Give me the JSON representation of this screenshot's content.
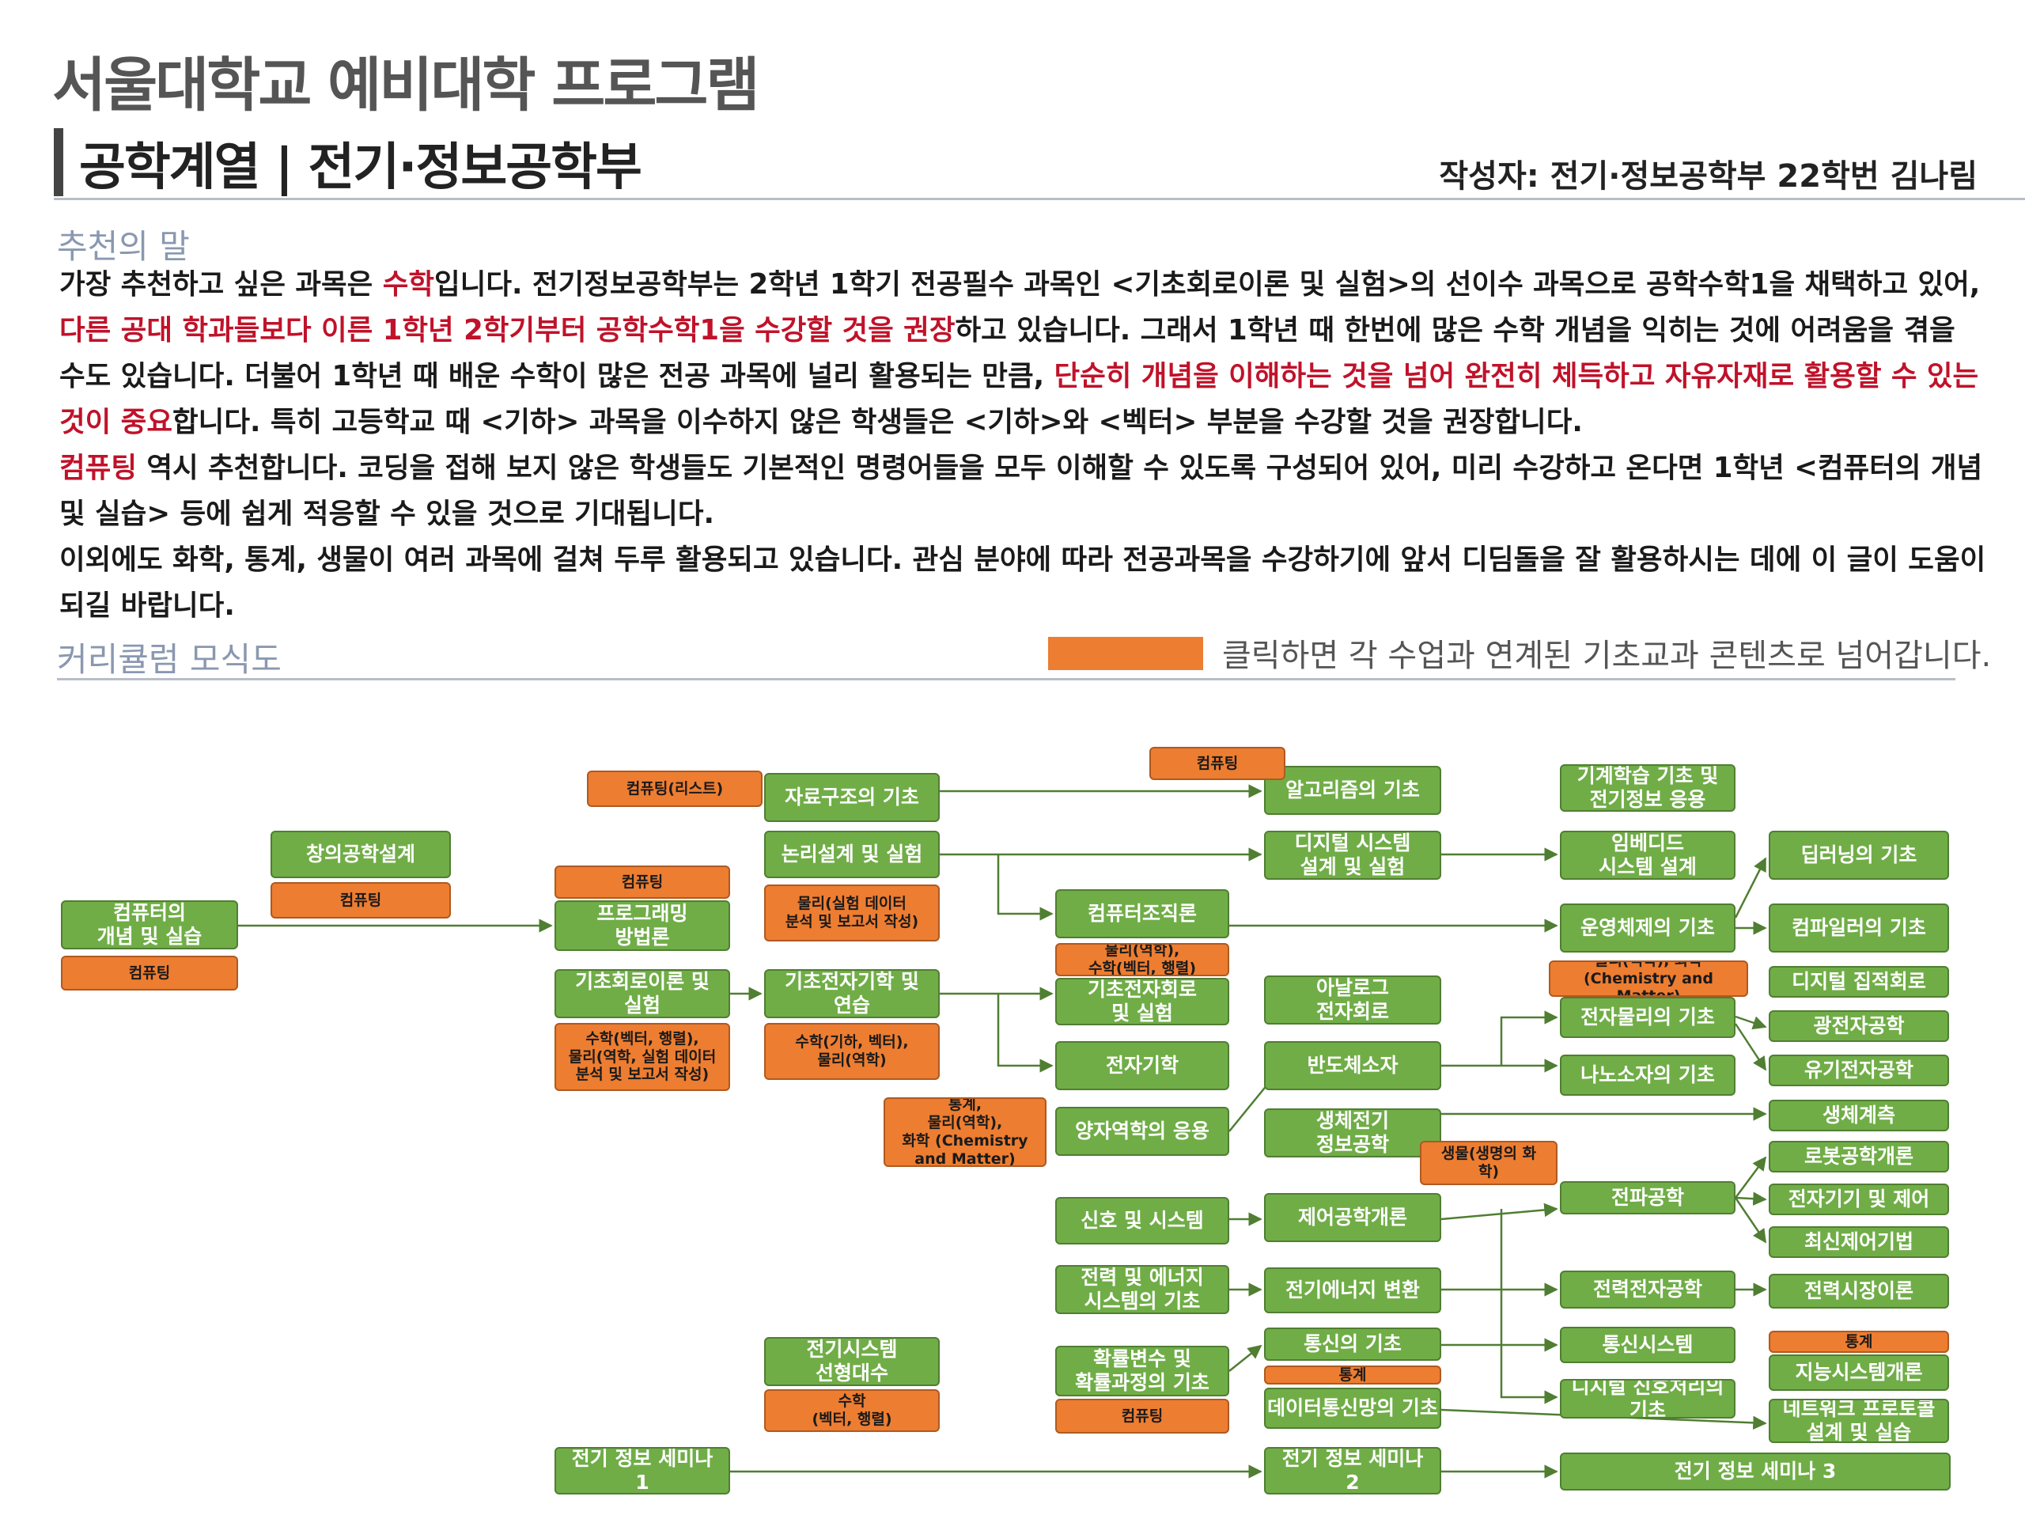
{
  "header": {
    "main_title": "서울대학교 예비대학 프로그램",
    "sub_title": "공학계열 | 전기·정보공학부",
    "author": "작성자: 전기·정보공학부 22학번 김나림"
  },
  "recommendation": {
    "title": "추천의 말",
    "paragraphs": [
      [
        {
          "t": "가장 추천하고 싶은 과목은 "
        },
        {
          "t": "수학",
          "red": true
        },
        {
          "t": "입니다. 전기정보공학부는 2학년 1학기 전공필수 과목인 <기초회로이론 및 실험>의 선이수 과목으로 공학수학1을 채택하고 있어, "
        },
        {
          "t": "다른 공대 학과들보다 이른 1학년 2학기부터 공학수학1을 수강할 것을 권장",
          "red": true
        },
        {
          "t": "하고 있습니다. 그래서 1학년 때 한번에 많은 수학 개념을 익히는 것에 어려움을 겪을 수도 있습니다. 더불어 1학년 때 배운 수학이 많은 전공 과목에 널리 활용되는 만큼, "
        },
        {
          "t": "단순히 개념을 이해하는 것을 넘어 완전히 체득하고 자유자재로 활용할 수 있는 것이 중요",
          "red": true
        },
        {
          "t": "합니다. 특히 고등학교 때 <기하> 과목을 이수하지 않은 학생들은 <기하>와 <벡터> 부분을 수강할 것을 권장합니다."
        }
      ],
      [
        {
          "t": "컴퓨팅",
          "red": true
        },
        {
          "t": " 역시 추천합니다. 코딩을 접해 보지 않은 학생들도 기본적인 명령어들을 모두 이해할 수 있도록 구성되어 있어, 미리 수강하고 온다면 1학년 <컴퓨터의 개념 및 실습> 등에 쉽게 적응할 수 있을 것으로 기대됩니다."
        }
      ],
      [
        {
          "t": "이외에도 화학, 통계, 생물이 여러 과목에 걸쳐 두루 활용되고 있습니다. 관심 분야에 따라 전공과목을 수강하기에 앞서 디딤돌을 잘 활용하시는 데에 이 글이 도움이 되길 바랍니다."
        }
      ]
    ]
  },
  "curriculum": {
    "title": "커리큘럼 모식도",
    "legend_text": "클릭하면 각 수업과 연계된 기초교과 콘텐츠로 넘어갑니다.",
    "colors": {
      "course": "#70ad47",
      "basic": "#ed7d31",
      "arrow": "#507e32"
    },
    "courses": {
      "c1": "창의공학설계",
      "c2": "컴퓨터의\n개념 및 실습",
      "c3": "자료구조의 기초",
      "c4": "프로그래밍\n방법론",
      "c5": "논리설계 및 실험",
      "c6": "기초회로이론 및\n실험",
      "c7": "기초전자기학 및\n연습",
      "c8": "컴퓨터조직론",
      "c9": "기초전자회로\n및 실험",
      "c10": "전자기학",
      "c11": "양자역학의 응용",
      "c12": "신호 및 시스템",
      "c13": "전력 및 에너지\n시스템의 기초",
      "c14": "확률변수 및\n확률과정의 기초",
      "c15": "전기시스템\n선형대수",
      "c16": "전기 정보 세미나\n1",
      "c17": "알고리즘의 기초",
      "c18": "디지털 시스템\n설계 및 실험",
      "c19": "아날로그\n전자회로",
      "c20": "반도체소자",
      "c21": "생체전기\n정보공학",
      "c22": "제어공학개론",
      "c23": "전기에너지 변환",
      "c24": "통신의 기초",
      "c25": "데이터통신망의 기초",
      "c26": "전기 정보 세미나\n2",
      "c27": "기계학습 기초 및\n전기정보 응용",
      "c28": "임베디드\n시스템 설계",
      "c29": "운영체제의 기초",
      "c30": "전자물리의 기초",
      "c31": "나노소자의 기초",
      "c32": "전파공학",
      "c33": "전력전자공학",
      "c34": "통신시스템",
      "c35": "디지털 신호처리의 기초",
      "c36": "전기 정보 세미나 3",
      "c37": "딥러닝의 기초",
      "c38": "컴파일러의 기초",
      "c39": "디지털 집적회로",
      "c40": "광전자공학",
      "c41": "유기전자공학",
      "c42": "생체계측",
      "c43": "로봇공학개론",
      "c44": "전자기기 및 제어",
      "c45": "최신제어기법",
      "c46": "전력시장이론",
      "c47": "지능시스템개론",
      "c48": "네트워크 프로토콜\n설계 및 실습"
    },
    "basics": {
      "b1": "컴퓨팅",
      "b2": "컴퓨팅",
      "b3": "컴퓨팅(리스트)",
      "b4": "컴퓨팅",
      "b5": "물리(실험 데이터\n분석 및 보고서 작성)",
      "b6": "수학(벡터, 행렬),\n물리(역학, 실험 데이터\n분석 및 보고서 작성)",
      "b7": "수학(기하, 벡터),\n물리(역학)",
      "b8": "물리(역학),\n수학(벡터, 행렬)",
      "b9": "통계,\n물리(역학),\n화학 (Chemistry\nand Matter)",
      "b10": "수학\n(벡터, 행렬)",
      "b11": "컴퓨팅",
      "b12": "컴퓨팅",
      "b13": "통계",
      "b14": "생물(생명의 화\n학)",
      "b15": "물리(역학), 화학\n(Chemistry and Matter)",
      "b16": "통계"
    }
  }
}
